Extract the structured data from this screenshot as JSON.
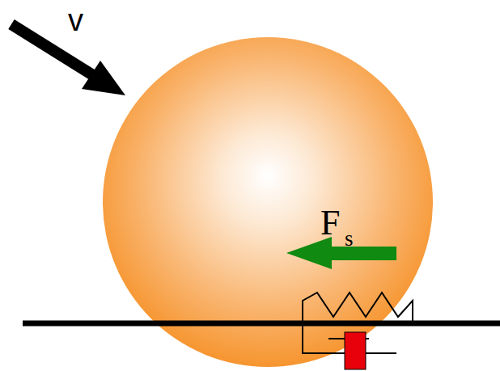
{
  "diagram": {
    "labels": [
      "v",
      "F",
      "s"
    ]
  }
}
